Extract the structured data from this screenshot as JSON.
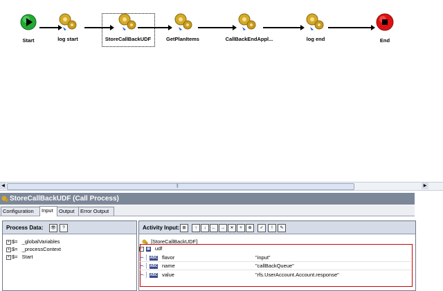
{
  "flow": {
    "nodes": [
      {
        "label": "Start",
        "type": "start",
        "icon": "play-icon"
      },
      {
        "label": "log start",
        "type": "activity",
        "icon": "gears-icon"
      },
      {
        "label": "StoreCallBackUDF",
        "type": "activity",
        "icon": "gears-icon",
        "selected": true
      },
      {
        "label": "GetPlanItems",
        "type": "activity",
        "icon": "gears-icon"
      },
      {
        "label": "CallBackEndAppl...",
        "type": "activity",
        "icon": "gears-icon"
      },
      {
        "label": "log end",
        "type": "activity",
        "icon": "gears-icon"
      },
      {
        "label": "End",
        "type": "end",
        "icon": "stop-icon"
      }
    ]
  },
  "panel": {
    "title": "StoreCallBackUDF (Call Process)",
    "tabs": [
      "Configuration",
      "Input",
      "Output",
      "Error Output"
    ],
    "active_tab": "Input"
  },
  "process_data": {
    "title": "Process Data:",
    "items": [
      "$=",
      "$=",
      "$="
    ],
    "names": [
      "_globalVariables",
      "_processContext",
      "Start"
    ]
  },
  "activity_input": {
    "title": "Activity Input:",
    "root": "[StoreCallBackUDF]",
    "group": "udf",
    "fields": [
      {
        "name": "flavor",
        "value": "\"input\""
      },
      {
        "name": "name",
        "value": "\"callBackQueue\""
      },
      {
        "name": "value",
        "value": "\"rfs.UserAccount.Account.response\""
      }
    ]
  },
  "colors": {
    "start": "#22aa33",
    "end": "#dd1111",
    "title_bar": "#7c8798",
    "highlight": "#cc0000"
  }
}
